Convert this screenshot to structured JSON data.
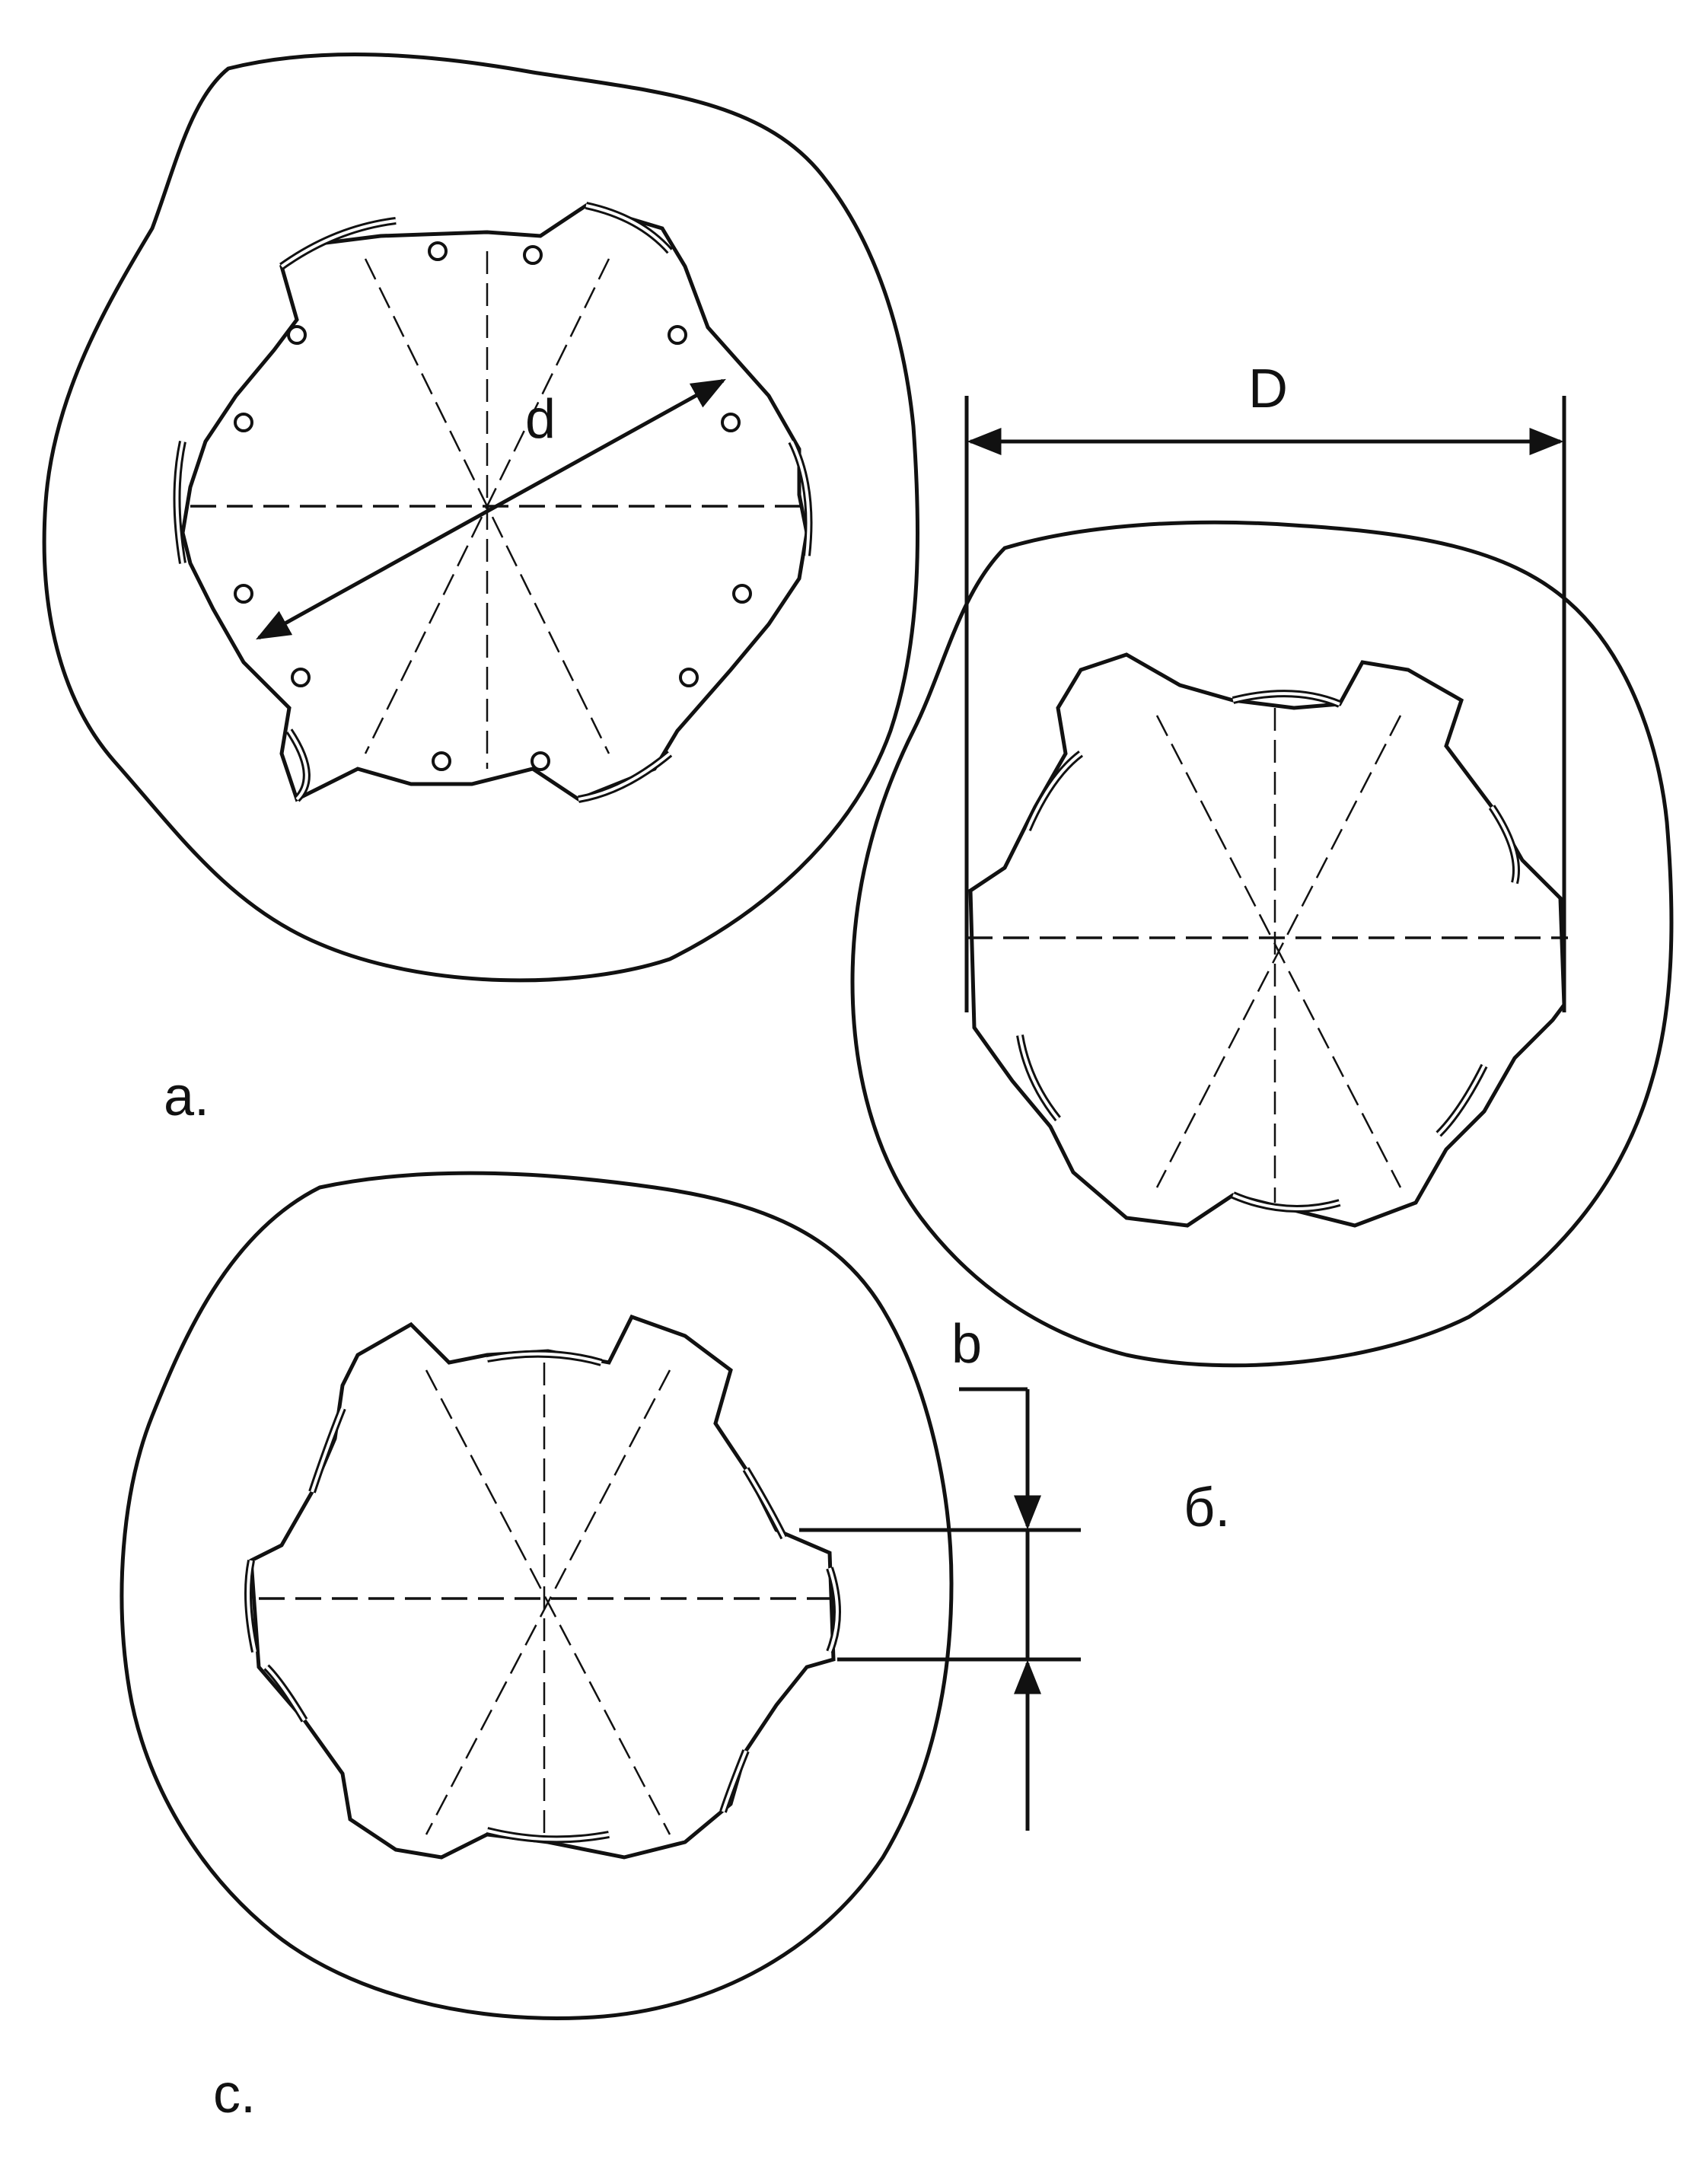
{
  "labels": {
    "panel_a": "a.",
    "panel_b": "б.",
    "panel_c": "c.",
    "dim_d": "d",
    "dim_D": "D",
    "dim_b": "b"
  }
}
